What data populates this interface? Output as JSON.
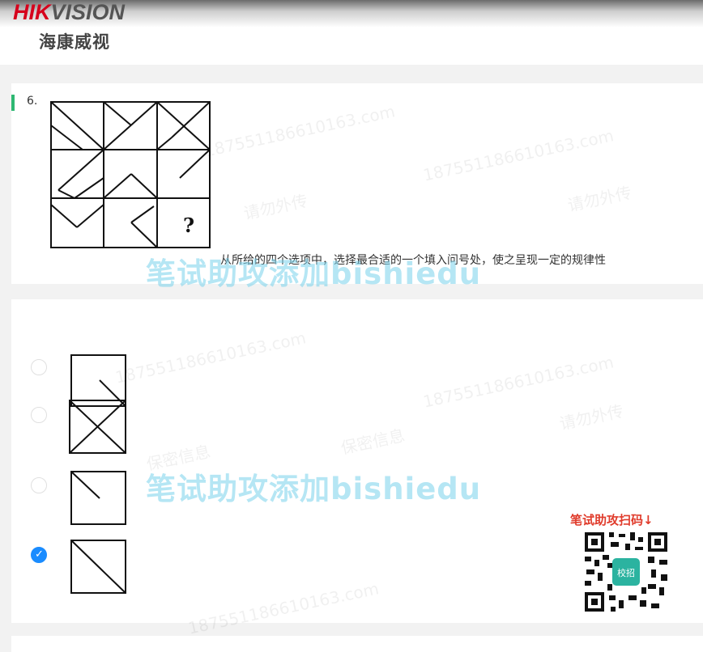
{
  "header": {
    "logo_en_red": "HIK",
    "logo_en_rest": "VISION",
    "logo_cn": "海康威视"
  },
  "question": {
    "number": "6.",
    "text": "从所给的四个选项中，选择最合适的一个填入问号处，使之呈现一定的规律性",
    "missing_mark": "?"
  },
  "options": [
    {
      "id": "A",
      "selected": false
    },
    {
      "id": "B",
      "selected": false
    },
    {
      "id": "C",
      "selected": false
    },
    {
      "id": "D",
      "selected": true
    }
  ],
  "watermarks": {
    "promo": "笔试助攻添加bishiedu",
    "faint_1": "187551186610163.com",
    "faint_2": "请勿外传",
    "faint_3": "保密信息"
  },
  "qr": {
    "title": "笔试助攻扫码↓",
    "center_label": "校招"
  },
  "colors": {
    "accent_blue": "#1a8cff",
    "green_marker": "#2eb872",
    "brand_red": "#d6001c",
    "qr_title_red": "#e03b2b"
  }
}
